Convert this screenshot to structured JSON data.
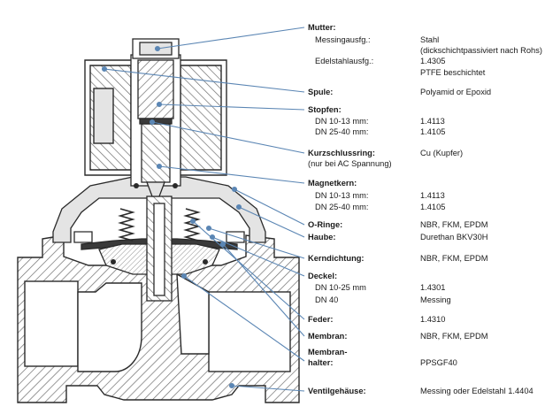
{
  "colors": {
    "leader": "#5b86b4",
    "outline": "#2a2a2a",
    "hatch": "#6e6e6e",
    "fill": "#e4e4e4"
  },
  "parts": [
    {
      "id": "mutter",
      "name": "Mutter:",
      "rows": [
        {
          "label": "Messingausfg.:",
          "value": "Stahl"
        },
        {
          "label": "",
          "value": "(dickschichtpassiviert nach Rohs)"
        },
        {
          "label": "Edelstahlausfg.:",
          "value": "1.4305"
        },
        {
          "label": "",
          "value": "PTFE beschichtet"
        }
      ]
    },
    {
      "id": "spule",
      "name": "Spule:",
      "value": "Polyamid or Epoxid"
    },
    {
      "id": "stopfen",
      "name": "Stopfen:",
      "rows": [
        {
          "label": "DN 10-13 mm:",
          "value": "1.4113"
        },
        {
          "label": "DN 25-40 mm:",
          "value": "1.4105"
        }
      ]
    },
    {
      "id": "kurzschlussring",
      "name": "Kurzschlussring:",
      "note": "(nur bei AC Spannung)",
      "value": "Cu (Kupfer)"
    },
    {
      "id": "magnetkern",
      "name": "Magnetkern:",
      "rows": [
        {
          "label": "DN 10-13 mm:",
          "value": "1.4113"
        },
        {
          "label": "DN 25-40 mm:",
          "value": "1.4105"
        }
      ]
    },
    {
      "id": "o-ringe",
      "name": "O-Ringe:",
      "value": "NBR, FKM, EPDM"
    },
    {
      "id": "haube",
      "name": "Haube:",
      "value": "Durethan BKV30H"
    },
    {
      "id": "kerndichtung",
      "name": "Kerndichtung:",
      "value": "NBR, FKM, EPDM"
    },
    {
      "id": "deckel",
      "name": "Deckel:",
      "rows": [
        {
          "label": "DN 10-25 mm",
          "value": "1.4301"
        },
        {
          "label": "DN 40",
          "value": "Messing"
        }
      ]
    },
    {
      "id": "feder",
      "name": "Feder:",
      "value": "1.4310"
    },
    {
      "id": "membran",
      "name": "Membran:",
      "value": "NBR, FKM, EPDM"
    },
    {
      "id": "membranhalter",
      "name": "Membran-",
      "name2": "halter:",
      "value": "PPSGF40"
    },
    {
      "id": "ventilgehaeuse",
      "name": "Ventilgehäuse:",
      "value": "Messing oder Edelstahl 1.4404"
    }
  ]
}
